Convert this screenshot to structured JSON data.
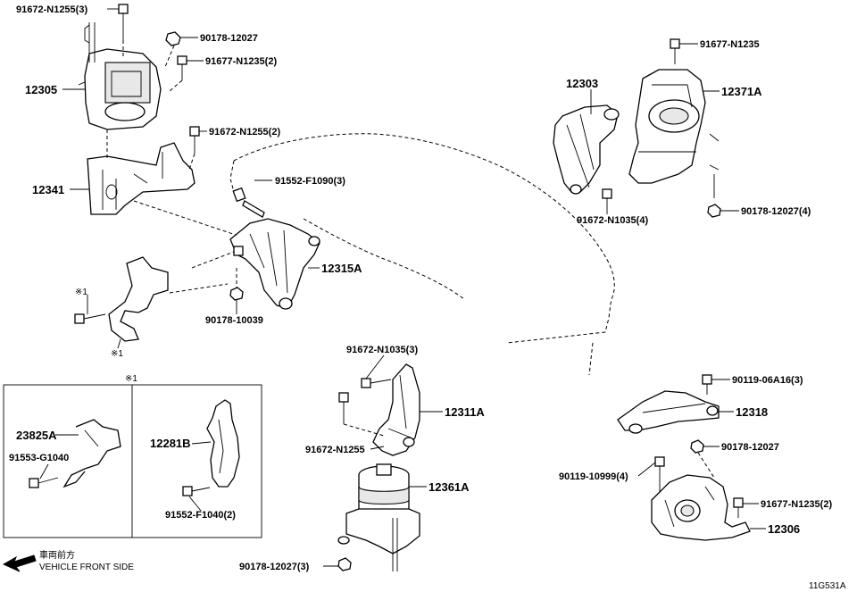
{
  "labels": {
    "p91672_N1255_3": "91672-N1255(3)",
    "p90178_12027_top": "90178-12027",
    "p91677_N1235_2_top": "91677-N1235(2)",
    "p12305": "12305",
    "p91672_N1255_2": "91672-N1255(2)",
    "p12341": "12341",
    "p91552_F1090_3": "91552-F1090(3)",
    "p12315A": "12315A",
    "p90178_10039": "90178-10039",
    "p91677_N1235": "91677-N1235",
    "p12303": "12303",
    "p12371A": "12371A",
    "p91672_N1035_4": "91672-N1035(4)",
    "p90178_12027_4": "90178-12027(4)",
    "p91672_N1035_3": "91672-N1035(3)",
    "p12311A": "12311A",
    "p91672_N1255": "91672-N1255",
    "p12361A": "12361A",
    "p90178_12027_3": "90178-12027(3)",
    "p90119_06A16_3": "90119-06A16(3)",
    "p12318": "12318",
    "p90178_12027_right": "90178-12027",
    "p90119_10999_4": "90119-10999(4)",
    "p91677_N1235_2_right": "91677-N1235(2)",
    "p12306": "12306",
    "p23825A": "23825A",
    "p91553_G1040": "91553-G1040",
    "p12281B": "12281B",
    "p91552_F1040_2": "91552-F1040(2)"
  },
  "notes": {
    "mark_a": "※1",
    "mark_b": "※1",
    "inset_mark": "※1"
  },
  "legend": {
    "front_jp": "車両前方",
    "front_en": "VEHICLE FRONT SIDE"
  },
  "figure_id": "11G531A"
}
